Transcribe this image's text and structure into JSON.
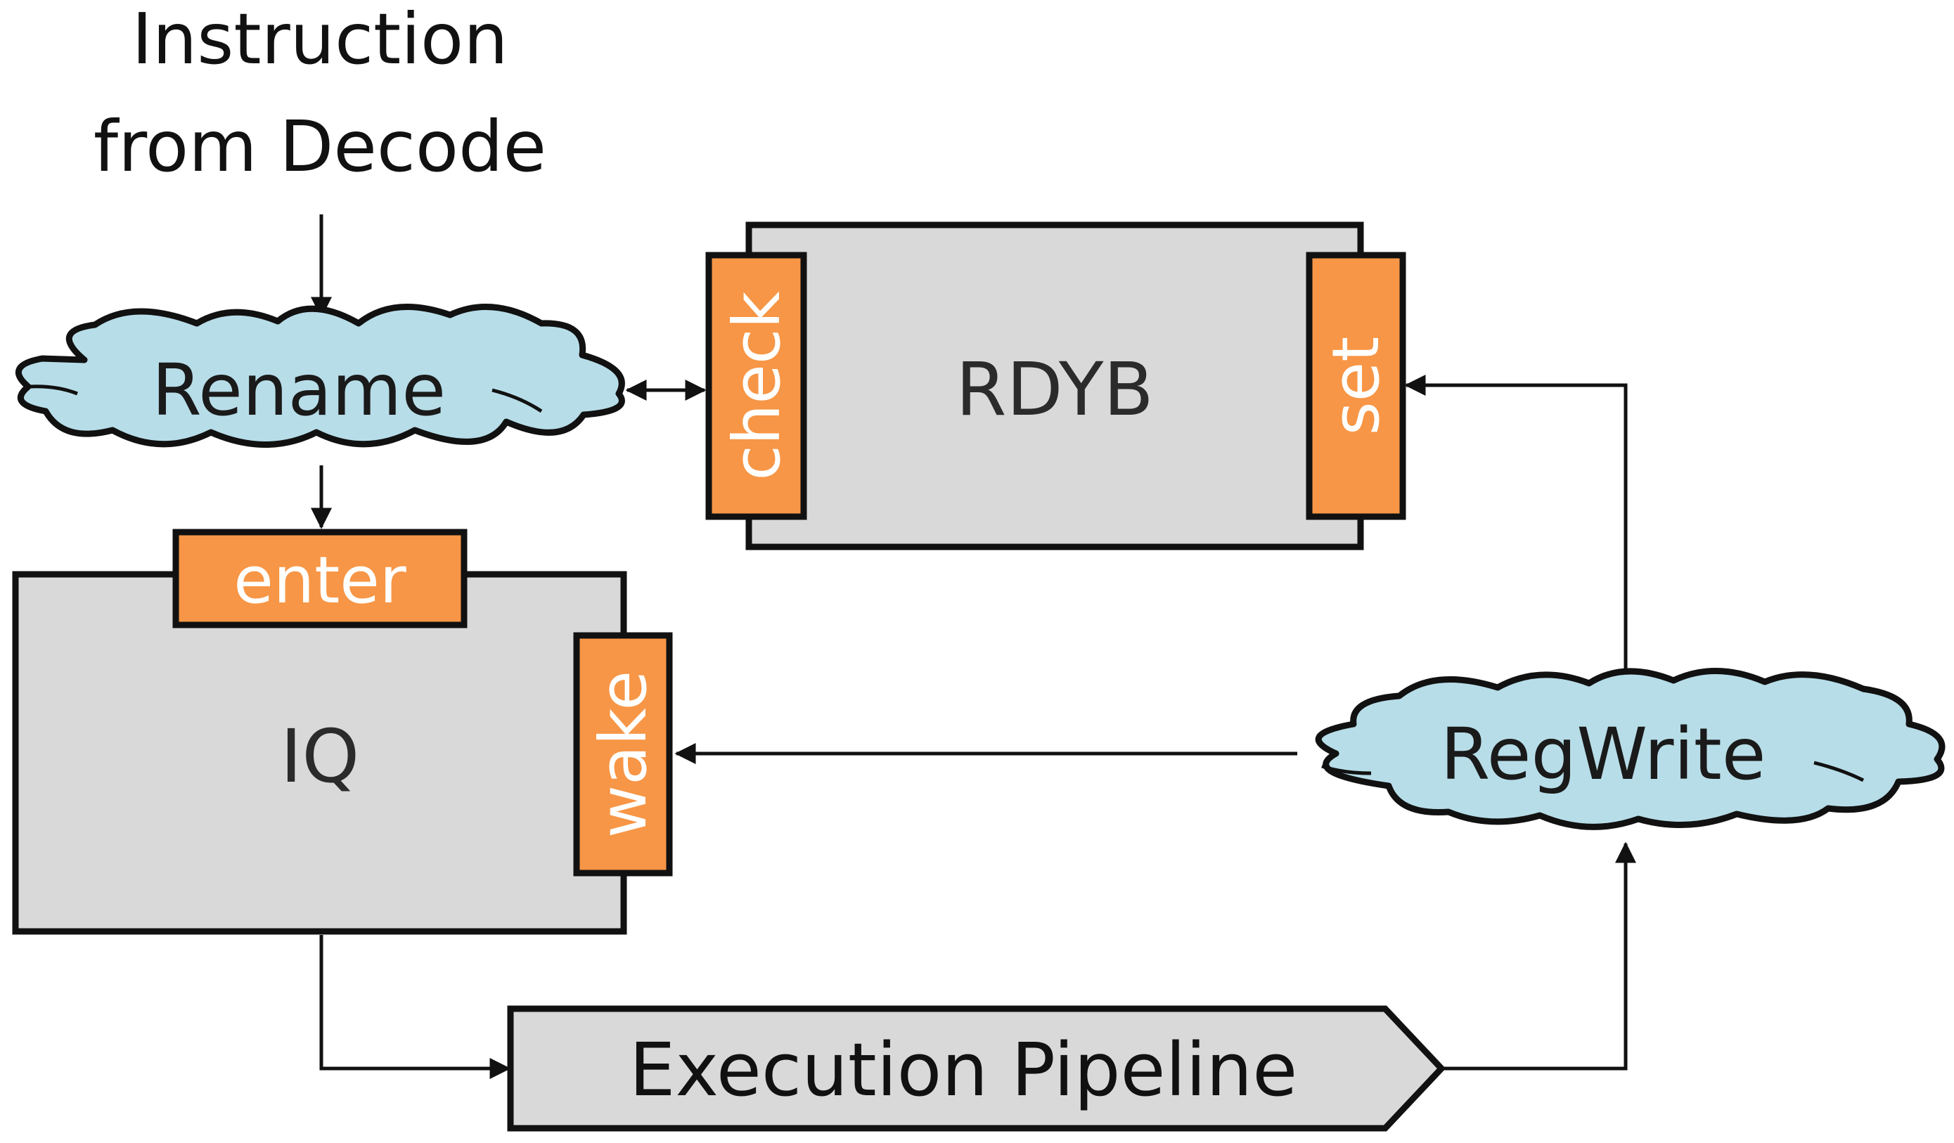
{
  "input_label": {
    "line1": "Instruction",
    "line2": "from Decode"
  },
  "rename": {
    "label": "Rename"
  },
  "rdyb": {
    "label": "RDYB",
    "check_port": "check",
    "set_port": "set"
  },
  "iq": {
    "label": "IQ",
    "enter_port": "enter",
    "wake_port": "wake"
  },
  "regwrite": {
    "label": "RegWrite"
  },
  "pipeline": {
    "label": "Execution Pipeline"
  },
  "colors": {
    "block_fill": "#d9d9d9",
    "port_fill": "#f79646",
    "cloud_fill": "#b7dde8",
    "stroke": "#111111"
  }
}
